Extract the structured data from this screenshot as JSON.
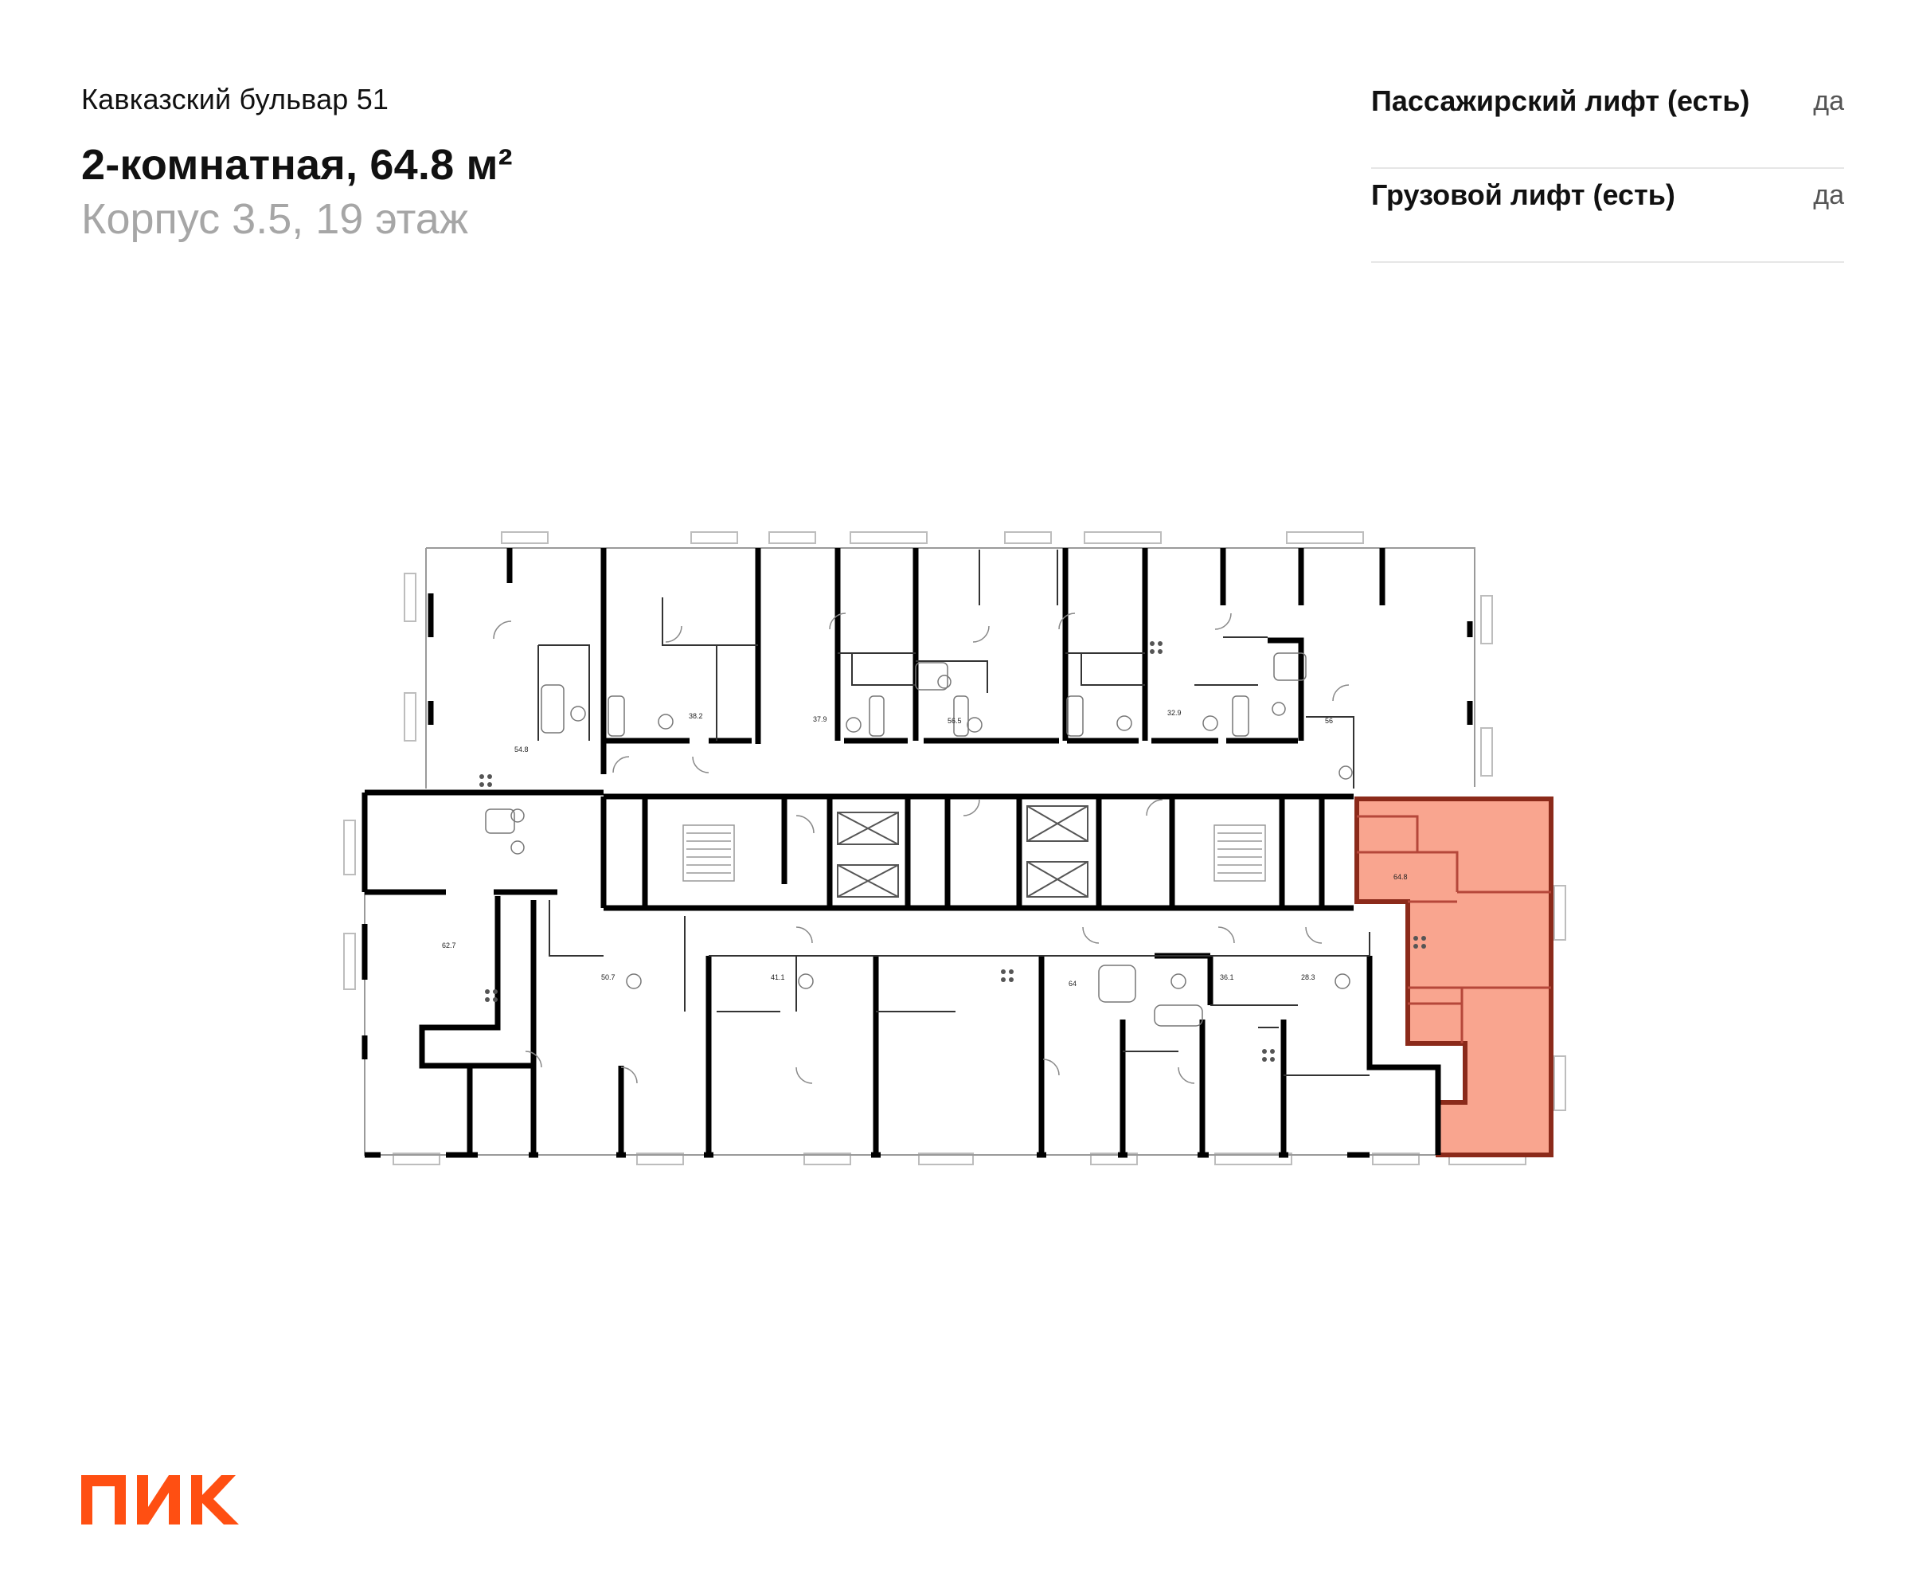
{
  "header": {
    "address": "Кавказский бульвар 51",
    "apartment_title": "2-комнатная, 64.8 м²",
    "building_floor": "Корпус 3.5, 19 этаж"
  },
  "specs": [
    {
      "label": "Пассажирский лифт (есть)",
      "value": "да"
    },
    {
      "label": "Грузовой лифт (есть)",
      "value": "да"
    }
  ],
  "floor_plan": {
    "highlighted_apartment_area": "64.8",
    "highlight_color": "#f9a58f",
    "highlight_border_color": "#8b2a1a",
    "apartment_areas": [
      "54.8",
      "38.2",
      "37.9",
      "56.5",
      "32.9",
      "56",
      "62.7",
      "50.7",
      "41.1",
      "64",
      "36.1",
      "28.3"
    ]
  },
  "brand": {
    "logo_text": "ПИК",
    "color": "#ff4f12"
  }
}
